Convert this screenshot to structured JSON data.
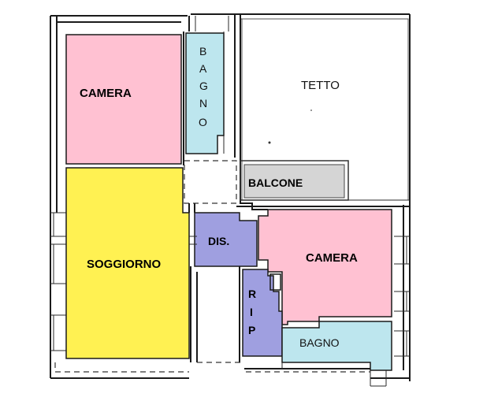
{
  "colors": {
    "camera": "#ffc1d2",
    "bagno": "#bde6ee",
    "soggiorno": "#fff152",
    "disimpegno": "#9f9fe0",
    "balcone": "#d5d5d5",
    "tetto": "#ffffff"
  },
  "rooms": {
    "camera_top": "CAMERA",
    "bagno_top": [
      "B",
      "A",
      "G",
      "N",
      "O"
    ],
    "tetto": "TETTO",
    "balcone": "BALCONE",
    "soggiorno": "SOGGIORNO",
    "dis": "DIS.",
    "camera_right": "CAMERA",
    "rip": [
      "R",
      "I",
      "P"
    ],
    "bagno_bottom": "BAGNO"
  }
}
